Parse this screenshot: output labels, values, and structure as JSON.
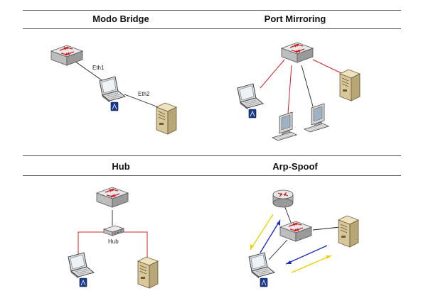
{
  "panels": {
    "modo_bridge": {
      "title": "Modo Bridge",
      "labels": {
        "eth1": "Eth1",
        "eth2": "Eth2"
      }
    },
    "port_mirroring": {
      "title": "Port Mirroring"
    },
    "hub": {
      "title": "Hub",
      "labels": {
        "hub": "Hub"
      }
    },
    "arp_spoof": {
      "title": "Arp-Spoof"
    }
  },
  "colors": {
    "link_black": "#222222",
    "link_red": "#d42020",
    "arrow_yellow": "#f0d000",
    "arrow_blue": "#2030c0",
    "switch_arrow": "#cc2222",
    "laptop_badge": "#1a3a8a",
    "server_body": "#d8c79a"
  }
}
